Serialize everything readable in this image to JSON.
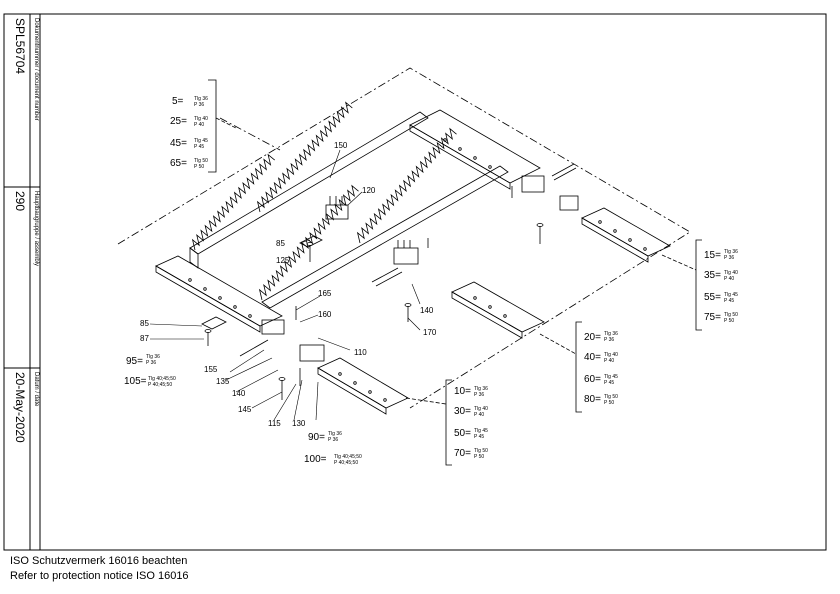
{
  "sidebar": {
    "document_label": "Dokumentnummer / document number",
    "document_value": "SPL56704",
    "assembly_label": "Hauptbaugruppe / assembly",
    "assembly_value": "290",
    "date_label": "Datum / date",
    "date_value": "20-May-2020"
  },
  "footer": {
    "line1": "ISO Schutzvermerk 16016 beachten",
    "line2": "Refer to protection notice ISO 16016"
  },
  "callouts": {
    "c150": "150",
    "c120": "120",
    "c85a": "85",
    "c125": "125",
    "c85b": "85",
    "c87": "87",
    "c165": "165",
    "c160": "160",
    "c110": "110",
    "c155": "155",
    "c135": "135",
    "c140a": "140",
    "c145": "145",
    "c115": "115",
    "c130": "130",
    "c140b": "140",
    "c170": "170"
  },
  "group_top_left": [
    {
      "num": "5=",
      "tlg": "Tlg 36",
      "p": "P 36"
    },
    {
      "num": "25=",
      "tlg": "Tlg 40",
      "p": "P 40"
    },
    {
      "num": "45=",
      "tlg": "Tlg 45",
      "p": "P 45"
    },
    {
      "num": "65=",
      "tlg": "Tlg 50",
      "p": "P 50"
    }
  ],
  "group_right": [
    {
      "num": "15=",
      "tlg": "Tlg 36",
      "p": "P 36"
    },
    {
      "num": "35=",
      "tlg": "Tlg 40",
      "p": "P 40"
    },
    {
      "num": "55=",
      "tlg": "Tlg 45",
      "p": "P 45"
    },
    {
      "num": "75=",
      "tlg": "Tlg 50",
      "p": "P 50"
    }
  ],
  "group_mid_right": [
    {
      "num": "20=",
      "tlg": "Tlg 36",
      "p": "P 36"
    },
    {
      "num": "40=",
      "tlg": "Tlg 40",
      "p": "P 40"
    },
    {
      "num": "60=",
      "tlg": "Tlg 45",
      "p": "P 45"
    },
    {
      "num": "80=",
      "tlg": "Tlg 50",
      "p": "P 50"
    }
  ],
  "group_bottom": [
    {
      "num": "10=",
      "tlg": "Tlg 36",
      "p": "P 36"
    },
    {
      "num": "30=",
      "tlg": "Tlg 40",
      "p": "P 40"
    },
    {
      "num": "50=",
      "tlg": "Tlg 45",
      "p": "P 45"
    },
    {
      "num": "70=",
      "tlg": "Tlg 50",
      "p": "P 50"
    }
  ],
  "left_notes": {
    "n95": "95=",
    "n95_tlg": "Tlg 36",
    "n95_p": "P 36",
    "n105": "105=",
    "n105_tlg": "Tlg 40;45;50",
    "n105_p": "P 40;45;50"
  },
  "bottom_notes": {
    "n90": "90=",
    "n90_tlg": "Tlg 36",
    "n90_p": "P 36",
    "n100": "100=",
    "n100_tlg": "Tlg 40;45;50",
    "n100_p": "P 40;45;50"
  }
}
